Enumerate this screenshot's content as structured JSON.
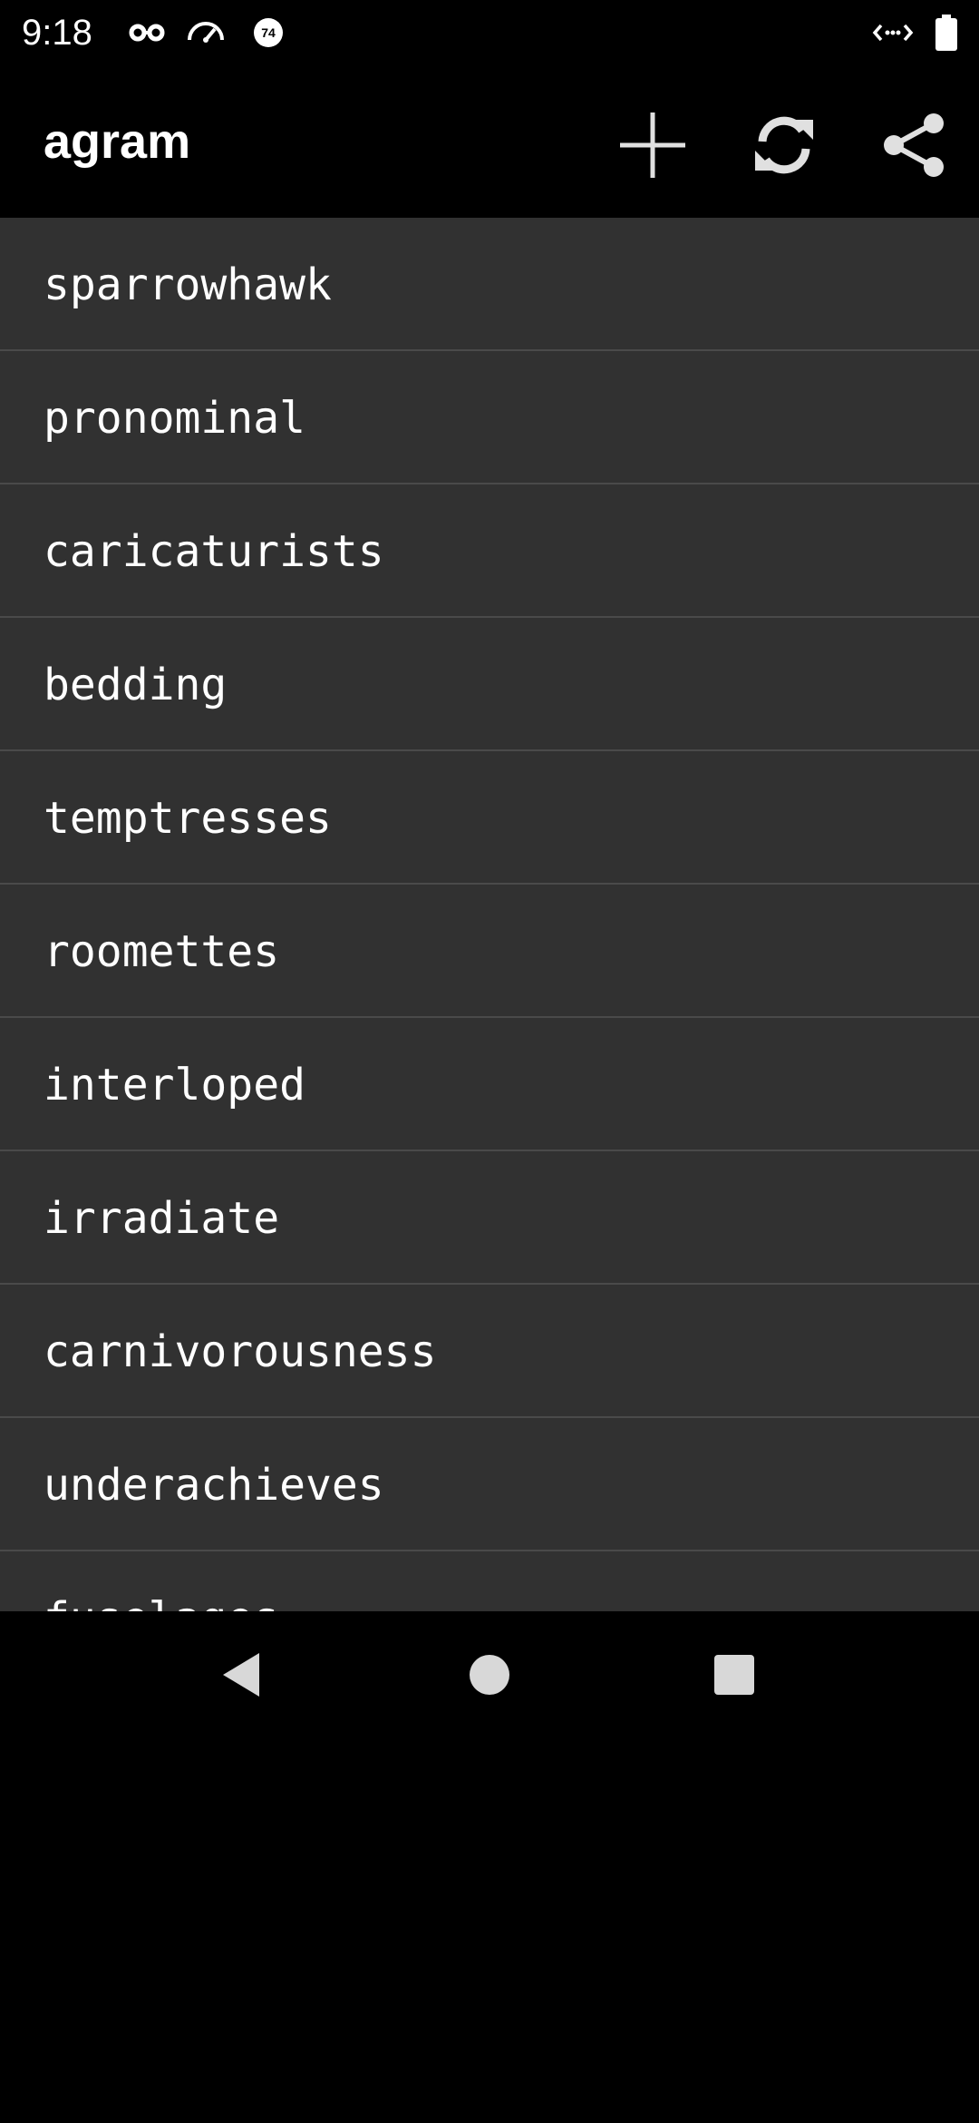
{
  "status_bar": {
    "time": "9:18",
    "icons": [
      "incognito-icon",
      "speedometer-icon",
      "badge-74-icon",
      "data-sync-icon",
      "battery-icon"
    ],
    "badge_number": "74"
  },
  "app_bar": {
    "title": "agram",
    "actions": [
      "add-icon",
      "refresh-icon",
      "share-icon"
    ]
  },
  "word_list": {
    "items": [
      "sparrowhawk",
      "pronominal",
      "caricaturists",
      "bedding",
      "temptresses",
      "roomettes",
      "interloped",
      "irradiate",
      "carnivorousness",
      "underachieves",
      "fuselages"
    ]
  },
  "nav_bar": {
    "buttons": [
      "back-icon",
      "home-icon",
      "recents-icon"
    ]
  },
  "colors": {
    "background": "#000000",
    "list_background": "#313131",
    "divider": "#4a4a4a",
    "text": "#ffffff",
    "icon": "#e0e0e0"
  }
}
